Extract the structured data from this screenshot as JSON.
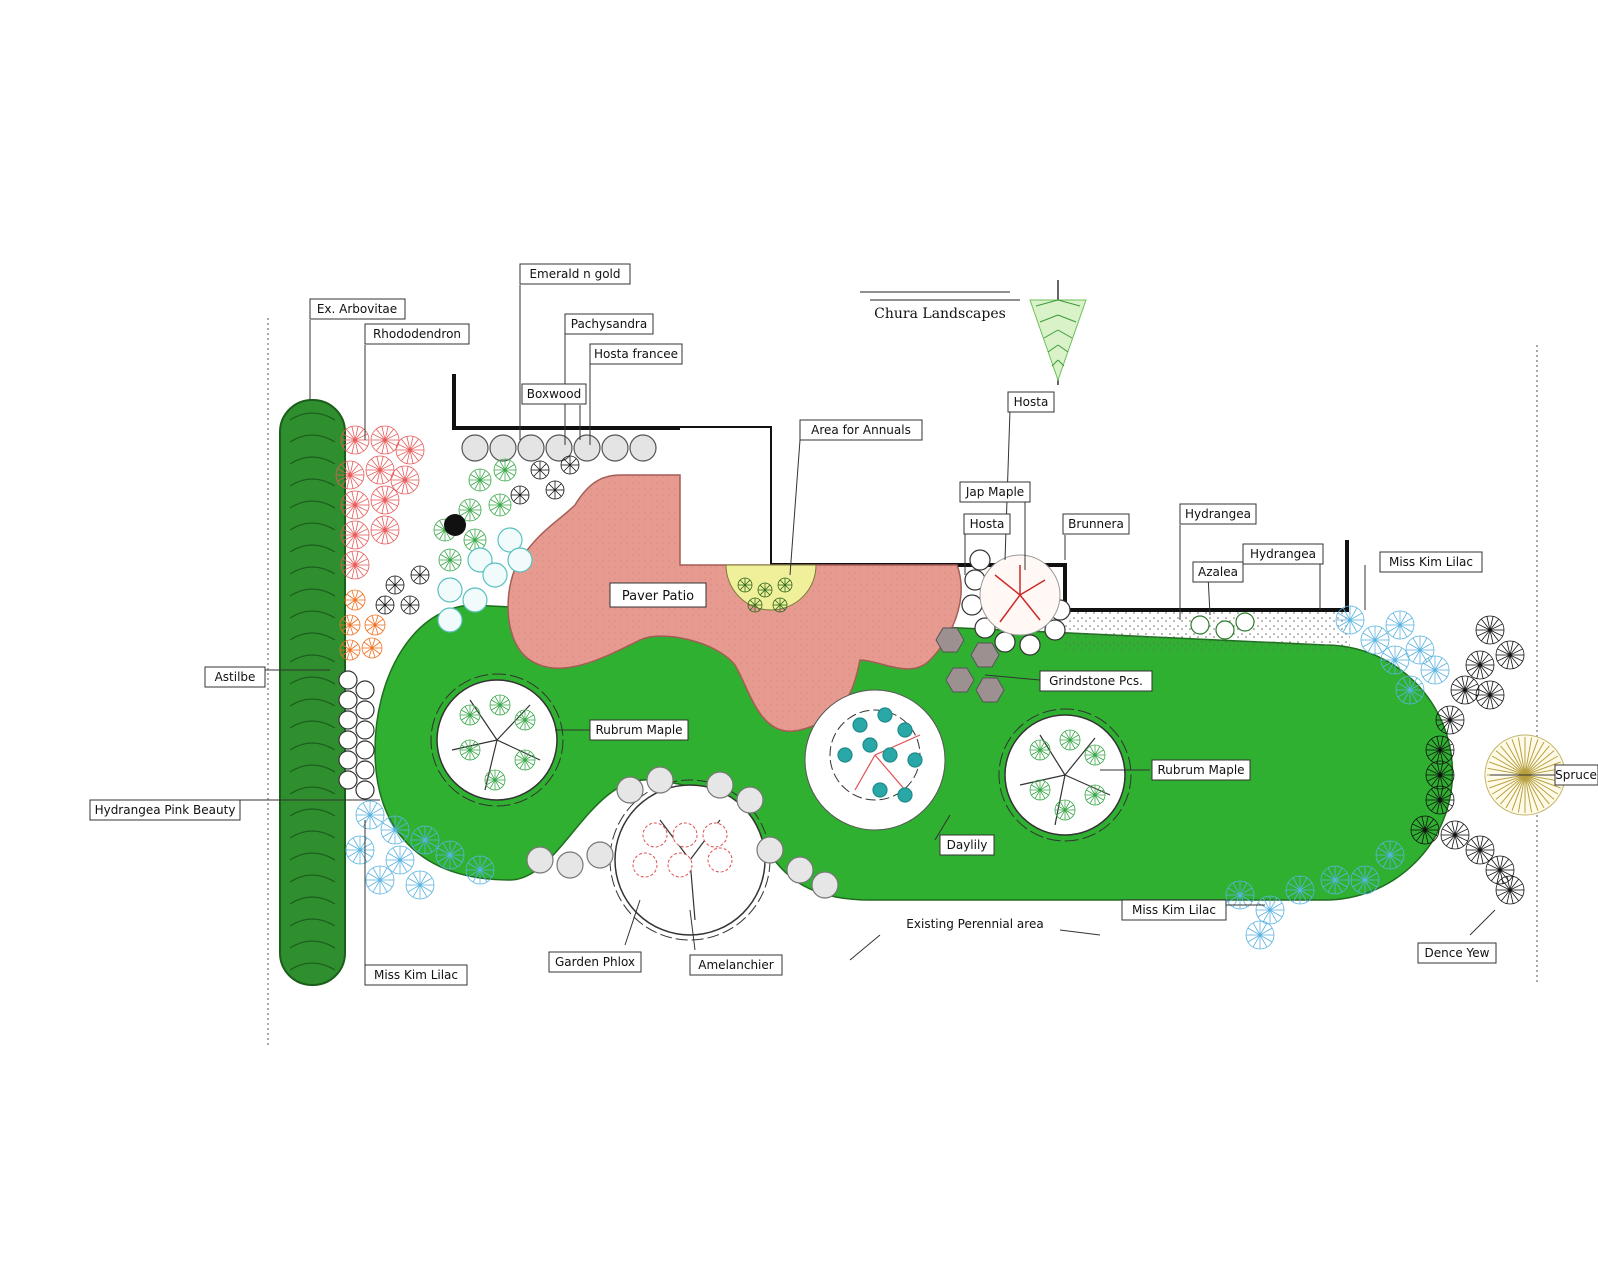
{
  "plan": {
    "signature": "Chura Landscapes",
    "patio_label": "Paver Patio",
    "labels": {
      "emerald": "Emerald n gold",
      "arbovitae": "Ex. Arbovitae",
      "pachysandra": "Pachysandra",
      "rhododendron": "Rhododendron",
      "hosta_francee": "Hosta francee",
      "boxwood": "Boxwood",
      "annuals": "Area for Annuals",
      "hosta_top": "Hosta",
      "jap_maple": "Jap Maple",
      "hosta_mid": "Hosta",
      "brunnera": "Brunnera",
      "hydrangea_top": "Hydrangea",
      "azalea": "Azalea",
      "hydrangea_right": "Hydrangea",
      "lilac_top_right": "Miss Kim Lilac",
      "astilbe": "Astilbe",
      "grindstone": "Grindstone Pcs.",
      "rubrum_left": "Rubrum Maple",
      "rubrum_right": "Rubrum Maple",
      "spruce": "Spruce",
      "hydrangea_pink": "Hydrangea Pink Beauty",
      "daylily": "Daylily",
      "lilac_bottom_right": "Miss Kim Lilac",
      "perennial": "Existing Perennial area",
      "dence_yew": "Dence Yew",
      "garden_phlox": "Garden Phlox",
      "amelanchier": "Amelanchier",
      "lilac_bottom_left": "Miss Kim Lilac"
    },
    "colors": {
      "lawn": "#2fb030",
      "patio": "#e79a90",
      "hedge": "#2f8f2f",
      "wall": "#111111",
      "lilac": "#5ab4e0",
      "rhodo": "#e85a5a",
      "astilbe": "#f07020"
    }
  }
}
